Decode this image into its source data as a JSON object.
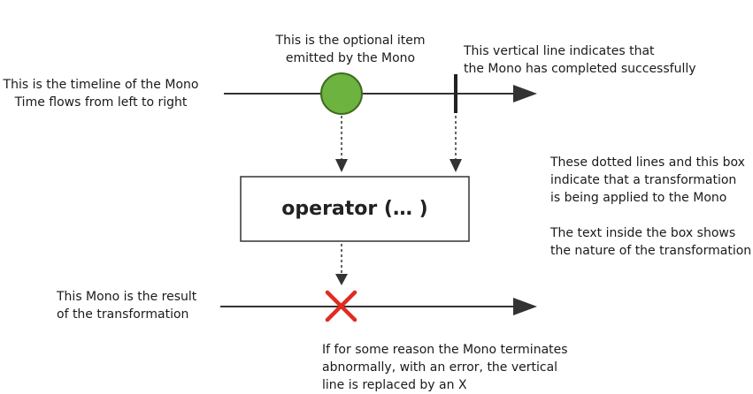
{
  "notes": {
    "timeline": [
      "This is the timeline of the Mono",
      "Time flows from left to right"
    ],
    "item": [
      "This is the optional item",
      "emitted by the Mono"
    ],
    "completion": [
      "This vertical line indicates that",
      "the Mono has completed successfully"
    ],
    "transformation": [
      "These dotted lines and this box",
      "indicate that a transformation",
      "is being applied to the Mono"
    ],
    "box_text": [
      "The text inside the box shows",
      "the nature of the transformation"
    ],
    "result": [
      "This Mono is the result",
      "of the transformation"
    ],
    "error": [
      "If for some reason the Mono terminates",
      "abnormally, with an error, the vertical",
      "line is replaced by an X"
    ]
  },
  "operator": {
    "label": "operator (… )"
  },
  "colors": {
    "item_fill": "#6db33f",
    "item_stroke": "#3f6b1f",
    "error_x": "#e02b20",
    "line": "#333333"
  }
}
